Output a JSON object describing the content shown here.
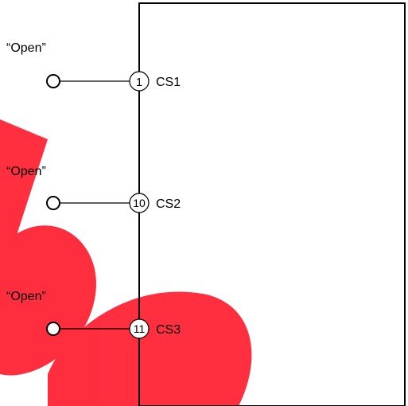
{
  "connections": [
    {
      "open_label": "“Open”",
      "pin": "1",
      "signal": "CS1"
    },
    {
      "open_label": "“Open”",
      "pin": "10",
      "signal": "CS2"
    },
    {
      "open_label": "“Open”",
      "pin": "11",
      "signal": "CS3"
    }
  ],
  "colors": {
    "line": "#000000",
    "watermark": "#ff0000"
  }
}
